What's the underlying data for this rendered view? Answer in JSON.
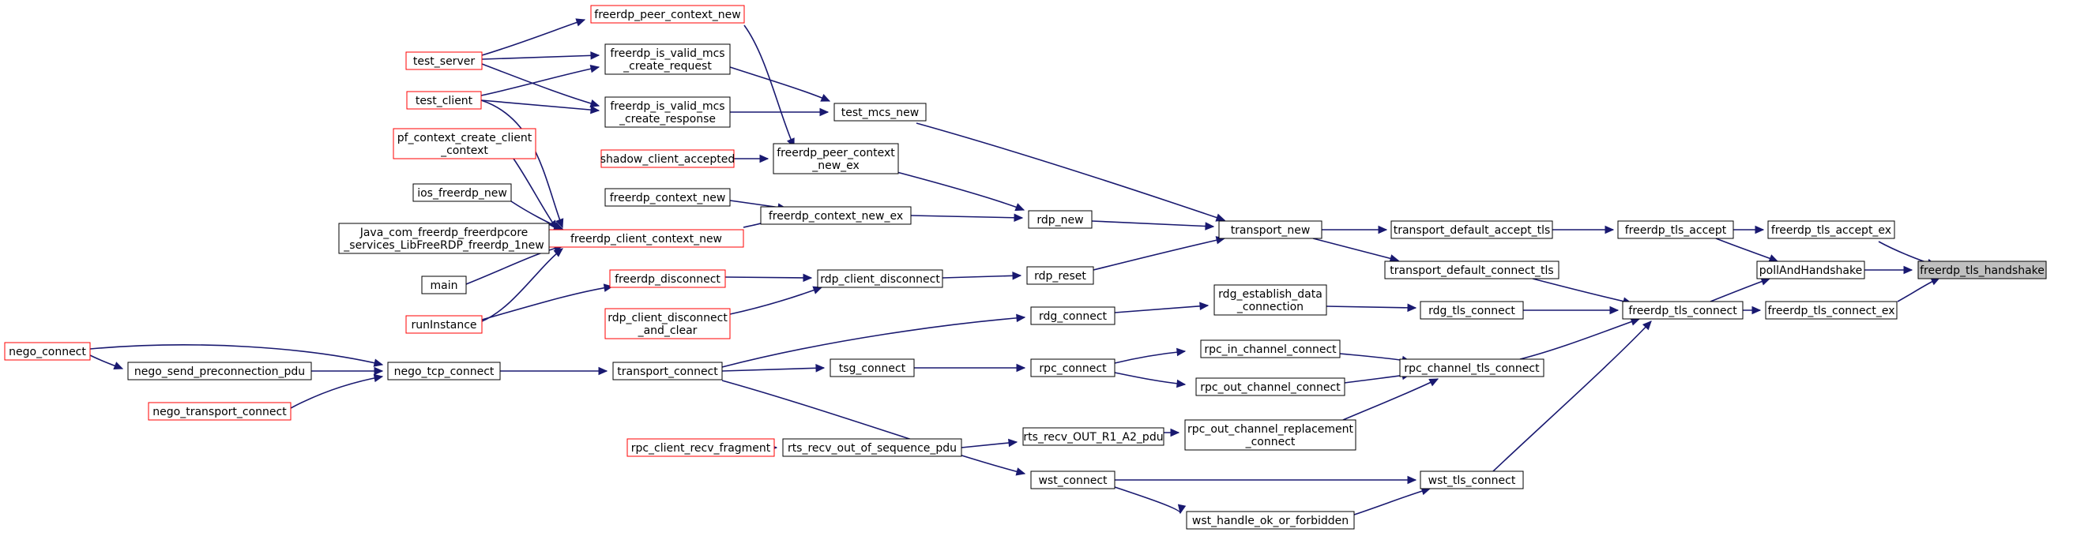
{
  "graph": {
    "nodes": [
      {
        "id": "freerdp_tls_handshake",
        "lines": [
          "freerdp_tls_handshake"
        ],
        "style": "focus"
      },
      {
        "id": "freerdp_tls_accept_ex",
        "lines": [
          "freerdp_tls_accept_ex"
        ],
        "style": "black"
      },
      {
        "id": "pollAndHandshake",
        "lines": [
          "pollAndHandshake"
        ],
        "style": "black"
      },
      {
        "id": "freerdp_tls_connect_ex",
        "lines": [
          "freerdp_tls_connect_ex"
        ],
        "style": "black"
      },
      {
        "id": "freerdp_tls_accept",
        "lines": [
          "freerdp_tls_accept"
        ],
        "style": "black"
      },
      {
        "id": "freerdp_tls_connect",
        "lines": [
          "freerdp_tls_connect"
        ],
        "style": "black"
      },
      {
        "id": "transport_default_accept_tls",
        "lines": [
          "transport_default_accept_tls"
        ],
        "style": "black"
      },
      {
        "id": "transport_default_connect_tls",
        "lines": [
          "transport_default_connect_tls"
        ],
        "style": "black"
      },
      {
        "id": "rdg_tls_connect",
        "lines": [
          "rdg_tls_connect"
        ],
        "style": "black"
      },
      {
        "id": "rpc_channel_tls_connect",
        "lines": [
          "rpc_channel_tls_connect"
        ],
        "style": "black"
      },
      {
        "id": "wst_tls_connect",
        "lines": [
          "wst_tls_connect"
        ],
        "style": "black"
      },
      {
        "id": "transport_new",
        "lines": [
          "transport_new"
        ],
        "style": "black"
      },
      {
        "id": "rdg_establish_data_connection",
        "lines": [
          "rdg_establish_data",
          "_connection"
        ],
        "style": "black"
      },
      {
        "id": "rpc_in_channel_connect",
        "lines": [
          "rpc_in_channel_connect"
        ],
        "style": "black"
      },
      {
        "id": "rpc_out_channel_connect",
        "lines": [
          "rpc_out_channel_connect"
        ],
        "style": "black"
      },
      {
        "id": "rpc_out_channel_replacement_connect",
        "lines": [
          "rpc_out_channel_replacement",
          "_connect"
        ],
        "style": "black"
      },
      {
        "id": "wst_handle_ok_or_forbidden",
        "lines": [
          "wst_handle_ok_or_forbidden"
        ],
        "style": "black"
      },
      {
        "id": "test_mcs_new",
        "lines": [
          "test_mcs_new"
        ],
        "style": "black"
      },
      {
        "id": "rdp_new",
        "lines": [
          "rdp_new"
        ],
        "style": "black"
      },
      {
        "id": "rdp_reset",
        "lines": [
          "rdp_reset"
        ],
        "style": "black"
      },
      {
        "id": "rdg_connect",
        "lines": [
          "rdg_connect"
        ],
        "style": "black"
      },
      {
        "id": "rpc_connect",
        "lines": [
          "rpc_connect"
        ],
        "style": "black"
      },
      {
        "id": "rts_recv_OUT_R1_A2_pdu",
        "lines": [
          "rts_recv_OUT_R1_A2_pdu"
        ],
        "style": "black"
      },
      {
        "id": "wst_connect",
        "lines": [
          "wst_connect"
        ],
        "style": "black"
      },
      {
        "id": "freerdp_peer_context_new_ex",
        "lines": [
          "freerdp_peer_context",
          "_new_ex"
        ],
        "style": "black"
      },
      {
        "id": "freerdp_context_new_ex",
        "lines": [
          "freerdp_context_new_ex"
        ],
        "style": "black"
      },
      {
        "id": "rdp_client_disconnect",
        "lines": [
          "rdp_client_disconnect"
        ],
        "style": "black"
      },
      {
        "id": "tsg_connect",
        "lines": [
          "tsg_connect"
        ],
        "style": "black"
      },
      {
        "id": "rts_recv_out_of_sequence_pdu",
        "lines": [
          "rts_recv_out_of_sequence_pdu"
        ],
        "style": "black"
      },
      {
        "id": "freerdp_is_valid_mcs_create_request",
        "lines": [
          "freerdp_is_valid_mcs",
          "_create_request"
        ],
        "style": "black"
      },
      {
        "id": "freerdp_is_valid_mcs_create_response",
        "lines": [
          "freerdp_is_valid_mcs",
          "_create_response"
        ],
        "style": "black"
      },
      {
        "id": "freerdp_peer_context_new",
        "lines": [
          "freerdp_peer_context_new"
        ],
        "style": "red"
      },
      {
        "id": "shadow_client_accepted",
        "lines": [
          "shadow_client_accepted"
        ],
        "style": "red"
      },
      {
        "id": "freerdp_context_new",
        "lines": [
          "freerdp_context_new"
        ],
        "style": "black"
      },
      {
        "id": "freerdp_client_context_new",
        "lines": [
          "freerdp_client_context_new"
        ],
        "style": "red"
      },
      {
        "id": "freerdp_disconnect",
        "lines": [
          "freerdp_disconnect"
        ],
        "style": "red"
      },
      {
        "id": "rdp_client_disconnect_and_clear",
        "lines": [
          "rdp_client_disconnect",
          "_and_clear"
        ],
        "style": "red"
      },
      {
        "id": "transport_connect",
        "lines": [
          "transport_connect"
        ],
        "style": "black"
      },
      {
        "id": "rpc_client_recv_fragment",
        "lines": [
          "rpc_client_recv_fragment"
        ],
        "style": "red"
      },
      {
        "id": "test_server",
        "lines": [
          "test_server"
        ],
        "style": "red"
      },
      {
        "id": "test_client",
        "lines": [
          "test_client"
        ],
        "style": "red"
      },
      {
        "id": "pf_context_create_client_context",
        "lines": [
          "pf_context_create_client",
          "_context"
        ],
        "style": "red"
      },
      {
        "id": "ios_freerdp_new",
        "lines": [
          "ios_freerdp_new"
        ],
        "style": "black"
      },
      {
        "id": "java_freerdp_new",
        "lines": [
          "Java_com_freerdp_freerdpcore",
          "_services_LibFreeRDP_freerdp_1new"
        ],
        "style": "black"
      },
      {
        "id": "main",
        "lines": [
          "main"
        ],
        "style": "black"
      },
      {
        "id": "runInstance",
        "lines": [
          "runInstance"
        ],
        "style": "red"
      },
      {
        "id": "nego_tcp_connect",
        "lines": [
          "nego_tcp_connect"
        ],
        "style": "black"
      },
      {
        "id": "nego_connect",
        "lines": [
          "nego_connect"
        ],
        "style": "red"
      },
      {
        "id": "nego_send_preconnection_pdu",
        "lines": [
          "nego_send_preconnection_pdu"
        ],
        "style": "black"
      },
      {
        "id": "nego_transport_connect",
        "lines": [
          "nego_transport_connect"
        ],
        "style": "red"
      }
    ],
    "edges": [
      {
        "from": "freerdp_tls_accept_ex",
        "to": "freerdp_tls_handshake"
      },
      {
        "from": "pollAndHandshake",
        "to": "freerdp_tls_handshake"
      },
      {
        "from": "freerdp_tls_connect_ex",
        "to": "freerdp_tls_handshake"
      },
      {
        "from": "freerdp_tls_accept",
        "to": "freerdp_tls_accept_ex"
      },
      {
        "from": "freerdp_tls_accept",
        "to": "pollAndHandshake"
      },
      {
        "from": "freerdp_tls_connect",
        "to": "pollAndHandshake"
      },
      {
        "from": "freerdp_tls_connect",
        "to": "freerdp_tls_connect_ex"
      },
      {
        "from": "transport_default_accept_tls",
        "to": "freerdp_tls_accept"
      },
      {
        "from": "transport_default_connect_tls",
        "to": "freerdp_tls_connect"
      },
      {
        "from": "rdg_tls_connect",
        "to": "freerdp_tls_connect"
      },
      {
        "from": "rpc_channel_tls_connect",
        "to": "freerdp_tls_connect"
      },
      {
        "from": "wst_tls_connect",
        "to": "freerdp_tls_connect"
      },
      {
        "from": "transport_new",
        "to": "transport_default_accept_tls"
      },
      {
        "from": "transport_new",
        "to": "transport_default_connect_tls"
      },
      {
        "from": "rdg_establish_data_connection",
        "to": "rdg_tls_connect"
      },
      {
        "from": "rpc_in_channel_connect",
        "to": "rpc_channel_tls_connect"
      },
      {
        "from": "rpc_out_channel_connect",
        "to": "rpc_channel_tls_connect"
      },
      {
        "from": "rpc_out_channel_replacement_connect",
        "to": "rpc_channel_tls_connect"
      },
      {
        "from": "wst_connect",
        "to": "wst_tls_connect"
      },
      {
        "from": "wst_handle_ok_or_forbidden",
        "to": "wst_tls_connect"
      },
      {
        "from": "test_mcs_new",
        "to": "transport_new"
      },
      {
        "from": "rdp_new",
        "to": "transport_new"
      },
      {
        "from": "rdp_reset",
        "to": "transport_new"
      },
      {
        "from": "rdg_connect",
        "to": "rdg_establish_data_connection"
      },
      {
        "from": "rpc_connect",
        "to": "rpc_in_channel_connect"
      },
      {
        "from": "rpc_connect",
        "to": "rpc_out_channel_connect"
      },
      {
        "from": "rts_recv_OUT_R1_A2_pdu",
        "to": "rpc_out_channel_replacement_connect"
      },
      {
        "from": "wst_connect",
        "to": "wst_handle_ok_or_forbidden"
      },
      {
        "from": "freerdp_peer_context_new_ex",
        "to": "rdp_new"
      },
      {
        "from": "freerdp_context_new_ex",
        "to": "rdp_new"
      },
      {
        "from": "rdp_client_disconnect",
        "to": "rdp_reset"
      },
      {
        "from": "transport_connect",
        "to": "rdg_connect"
      },
      {
        "from": "tsg_connect",
        "to": "rpc_connect"
      },
      {
        "from": "rts_recv_out_of_sequence_pdu",
        "to": "rts_recv_OUT_R1_A2_pdu"
      },
      {
        "from": "transport_connect",
        "to": "wst_connect"
      },
      {
        "from": "freerdp_is_valid_mcs_create_request",
        "to": "test_mcs_new"
      },
      {
        "from": "freerdp_is_valid_mcs_create_response",
        "to": "test_mcs_new"
      },
      {
        "from": "freerdp_peer_context_new",
        "to": "freerdp_peer_context_new_ex"
      },
      {
        "from": "shadow_client_accepted",
        "to": "freerdp_peer_context_new_ex"
      },
      {
        "from": "freerdp_context_new",
        "to": "freerdp_context_new_ex"
      },
      {
        "from": "freerdp_client_context_new",
        "to": "freerdp_context_new_ex"
      },
      {
        "from": "freerdp_disconnect",
        "to": "rdp_client_disconnect"
      },
      {
        "from": "rdp_client_disconnect_and_clear",
        "to": "rdp_client_disconnect"
      },
      {
        "from": "transport_connect",
        "to": "tsg_connect"
      },
      {
        "from": "rpc_client_recv_fragment",
        "to": "rts_recv_out_of_sequence_pdu"
      },
      {
        "from": "test_server",
        "to": "freerdp_peer_context_new"
      },
      {
        "from": "test_server",
        "to": "freerdp_is_valid_mcs_create_request"
      },
      {
        "from": "test_server",
        "to": "freerdp_is_valid_mcs_create_response"
      },
      {
        "from": "test_client",
        "to": "freerdp_is_valid_mcs_create_request"
      },
      {
        "from": "test_client",
        "to": "freerdp_is_valid_mcs_create_response"
      },
      {
        "from": "test_client",
        "to": "freerdp_client_context_new"
      },
      {
        "from": "pf_context_create_client_context",
        "to": "freerdp_client_context_new"
      },
      {
        "from": "ios_freerdp_new",
        "to": "freerdp_client_context_new"
      },
      {
        "from": "java_freerdp_new",
        "to": "freerdp_client_context_new"
      },
      {
        "from": "main",
        "to": "freerdp_client_context_new"
      },
      {
        "from": "runInstance",
        "to": "freerdp_client_context_new"
      },
      {
        "from": "runInstance",
        "to": "freerdp_disconnect"
      },
      {
        "from": "nego_tcp_connect",
        "to": "transport_connect"
      },
      {
        "from": "nego_connect",
        "to": "nego_tcp_connect"
      },
      {
        "from": "nego_send_preconnection_pdu",
        "to": "nego_tcp_connect"
      },
      {
        "from": "nego_transport_connect",
        "to": "nego_tcp_connect"
      },
      {
        "from": "nego_connect",
        "to": "nego_send_preconnection_pdu"
      }
    ],
    "colors": {
      "edge": "#191970",
      "node_border": "#000000",
      "node_border_undocumented": "#ff0000",
      "focus_fill": "#bfbfbf",
      "node_fill": "#ffffff"
    }
  }
}
